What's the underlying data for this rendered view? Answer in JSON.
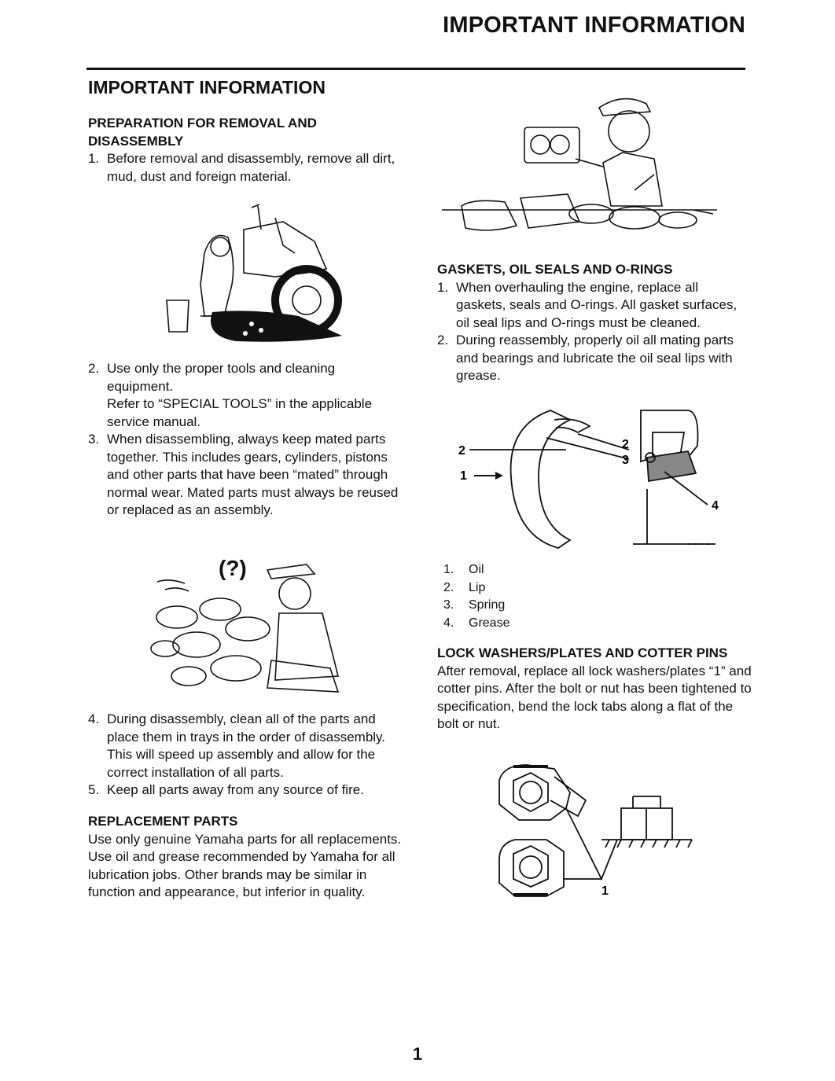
{
  "header": {
    "title": "IMPORTANT INFORMATION"
  },
  "section": {
    "title": "IMPORTANT INFORMATION"
  },
  "preparation": {
    "heading": "PREPARATION FOR REMOVAL AND DISASSEMBLY",
    "step1": {
      "num": "1.",
      "text": "Before removal and disassembly, remove all dirt, mud, dust and foreign material."
    },
    "step2": {
      "num": "2.",
      "text": "Use only the proper tools and cleaning equipment.",
      "note": "Refer to “SPECIAL TOOLS” in the applicable service manual."
    },
    "step3": {
      "num": "3.",
      "text": "When disassembling, always keep mated parts together. This includes gears, cylinders, pistons and other parts that have been “mated” through normal wear. Mated parts must always be reused or replaced as an assembly."
    },
    "step4": {
      "num": "4.",
      "text": "During disassembly, clean all of the parts and place them in trays in the order of disassembly. This will speed up assembly and allow for the correct installation of all parts."
    },
    "step5": {
      "num": "5.",
      "text": "Keep all parts away from any source of fire."
    }
  },
  "replacement": {
    "heading": "REPLACEMENT PARTS",
    "text": "Use only genuine Yamaha parts for all replacements. Use oil and grease recommended by Yamaha for all lubrication jobs. Other brands may be similar in function and appearance, but inferior in quality."
  },
  "gaskets": {
    "heading": "GASKETS, OIL SEALS AND O-RINGS",
    "step1": {
      "num": "1.",
      "text": "When overhauling the engine, replace all gaskets, seals and O-rings. All gasket surfaces, oil seal lips and O-rings must be cleaned."
    },
    "step2": {
      "num": "2.",
      "text": "During reassembly, properly oil all mating parts and bearings and lubricate the oil seal lips with grease."
    }
  },
  "seal_diagram": {
    "callouts": {
      "c1": "1",
      "c2a": "2",
      "c2b": "2",
      "c3": "3",
      "c4": "4"
    },
    "legend": [
      {
        "num": "1.",
        "label": "Oil"
      },
      {
        "num": "2.",
        "label": "Lip"
      },
      {
        "num": "3.",
        "label": "Spring"
      },
      {
        "num": "4.",
        "label": "Grease"
      }
    ]
  },
  "lock_washers": {
    "heading": "LOCK WASHERS/PLATES AND COTTER PINS",
    "text": "After removal, replace all lock washers/plates “1” and cotter pins. After the bolt or nut has been tightened to specification, bend the lock tabs along a flat of the bolt or nut.",
    "callout": "1"
  },
  "page": {
    "number": "1"
  }
}
